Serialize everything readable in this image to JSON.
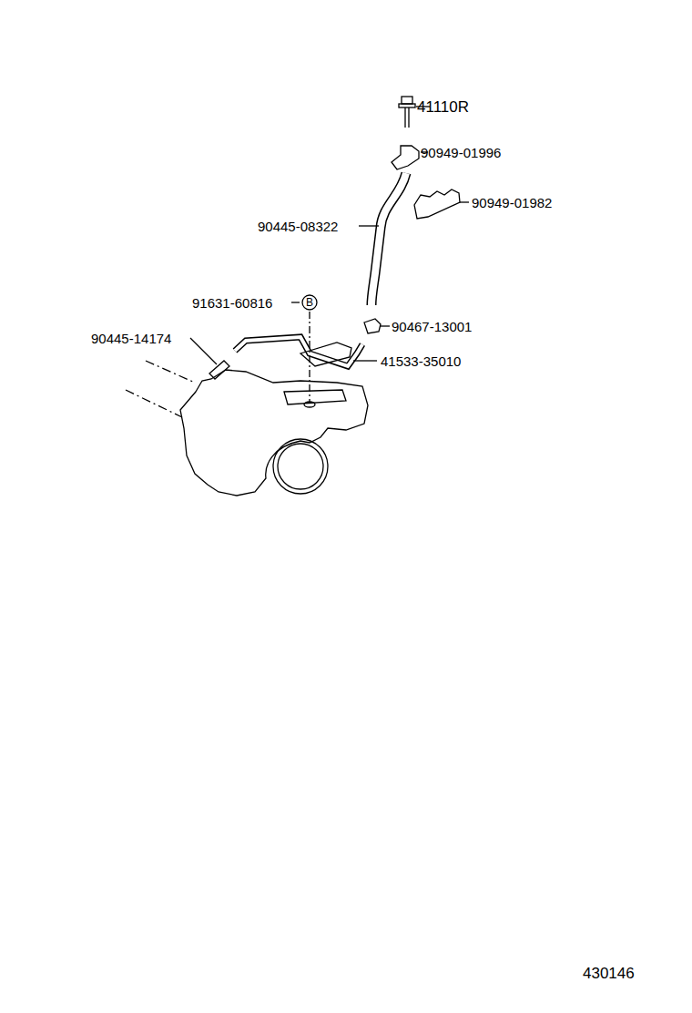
{
  "diagram": {
    "nodes": [
      {
        "text": [
          "B"
        ]
      }
    ],
    "labels": [
      "41110R",
      "90949-01996",
      "90949-01982",
      "90445-08322",
      "91631-60816",
      "90467-13001",
      "90445-14174",
      "41533-35010",
      "430146"
    ]
  }
}
